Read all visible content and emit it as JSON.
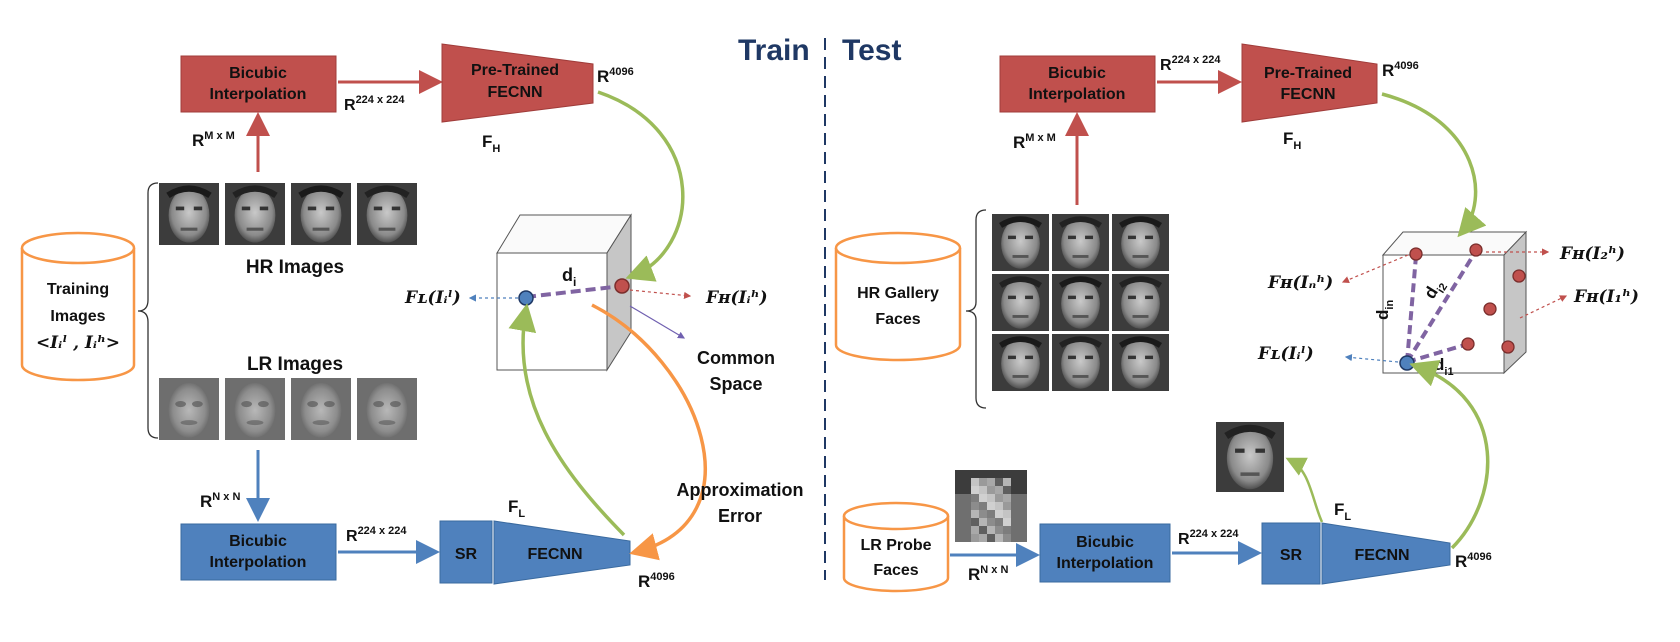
{
  "header": {
    "train": "Train",
    "test": "Test"
  },
  "train": {
    "db_line1": "Training",
    "db_line2": "Images",
    "db_line3": "<Iᵢˡ , Iᵢʰ>",
    "hr_label": "HR Images",
    "lr_label": "LR  Images",
    "hr_bicubic": [
      "Bicubic",
      "Interpolation"
    ],
    "lr_bicubic": [
      "Bicubic",
      "Interpolation"
    ],
    "pretrained": [
      "Pre-Trained",
      "FECNN"
    ],
    "fecnn": "FECNN",
    "sr": "SR",
    "r_m": "R",
    "r_m_sup": "M x M",
    "r_n": "R",
    "r_n_sup": "N x N",
    "r224_top": "R",
    "r224_top_sup": "224 x 224",
    "r224_bot": "R",
    "r224_bot_sup": "224 x 224",
    "r4096_top": "R",
    "r4096_top_sup": "4096",
    "r4096_bot": "R",
    "r4096_bot_sup": "4096",
    "fh": "F",
    "fh_sub": "H",
    "fl": "F",
    "fl_sub": "L",
    "di": "d",
    "di_sub": "i",
    "fl_point": "Fʟ(Iᵢˡ)",
    "fh_point": "Fʜ(Iᵢʰ)",
    "common_space": [
      "Common",
      "Space"
    ],
    "approx_error": [
      "Approximation",
      "Error"
    ]
  },
  "test": {
    "gallery": [
      "HR Gallery",
      "Faces"
    ],
    "probe": [
      "LR Probe",
      "Faces"
    ],
    "hr_bicubic": [
      "Bicubic",
      "Interpolation"
    ],
    "lr_bicubic": [
      "Bicubic",
      "Interpolation"
    ],
    "pretrained": [
      "Pre-Trained",
      "FECNN"
    ],
    "fecnn": "FECNN",
    "sr": "SR",
    "r_m": "R",
    "r_m_sup": "M x M",
    "r_n": "R",
    "r_n_sup": "N x N",
    "r224_top": "R",
    "r224_top_sup": "224 x 224",
    "r224_bot": "R",
    "r224_bot_sup": "224 x 224",
    "r4096_top": "R",
    "r4096_top_sup": "4096",
    "r4096_bot": "R",
    "r4096_bot_sup": "4096",
    "fh": "F",
    "fh_sub": "H",
    "fl": "F",
    "fl_sub": "L",
    "fh_n": "Fʜ(Iₙʰ)",
    "fh_2": "Fʜ(I₂ʰ)",
    "fh_1": "Fʜ(I₁ʰ)",
    "fl_point": "Fʟ(Iᵢˡ)",
    "d_in": "d",
    "d_in_sub": "in",
    "d_i2": "d",
    "d_i2_sub": "i2",
    "d_i1": "d",
    "d_i1_sub": "i1"
  },
  "colors": {
    "red_box": "#c0504d",
    "blue_box": "#4f81bd",
    "db_orange": "#f79646",
    "green_arrow": "#9bbb59",
    "orange_arrow": "#f79646",
    "dash_purple": "#8064a2",
    "title_navy": "#1f3864"
  }
}
